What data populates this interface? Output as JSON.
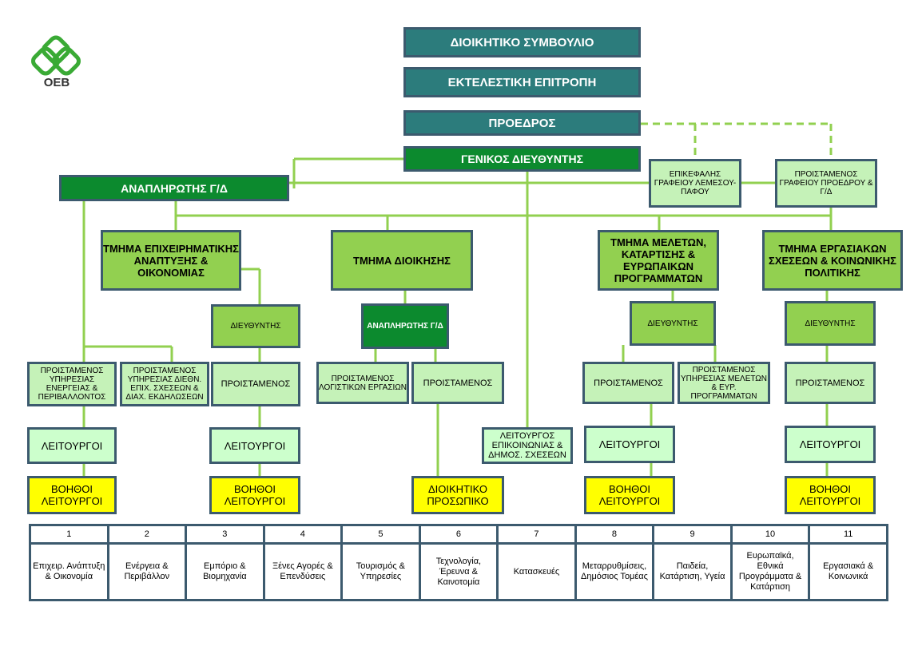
{
  "logo": {
    "text": "ΟΕΒ",
    "icon": "oeb-knot-logo",
    "color": "#3aaa35"
  },
  "colors": {
    "board": "#2c7c7c",
    "director": "#0c8a2e",
    "department": "#92d050",
    "officer": "#c5f2b8",
    "staff": "#ccffcc",
    "assistant": "#ffff00",
    "line": "#92d050"
  },
  "nodes": {
    "board": "ΔΙΟΙΚΗΤΙΚΟ ΣΥΜΒΟΥΛΙΟ",
    "executive": "ΕΚΤΕΛΕΣΤΙΚΗ ΕΠΙΤΡΟΠΗ",
    "president": "ΠΡΟΕΔΡΟΣ",
    "general_director": "ΓΕΝΙΚΟΣ ΔΙΕΥΘΥΝΤΗΣ",
    "deputy_gd": "ΑΝΑΠΛΗΡΩΤΗΣ Γ/Δ",
    "limassol_office": "ΕΠΙΚΕΦΑΛΗΣ ΓΡΑΦΕΙΟΥ ΛΕΜΕΣΟΥ-ΠΑΦΟΥ",
    "president_office": "ΠΡΟΙΣΤΑΜΕΝΟΣ ΓΡΑΦΕΙΟΥ ΠΡΟΕΔΡΟΥ & Γ/Δ",
    "dept_business": "ΤΜΗΜΑ ΕΠΙΧΕΙΡΗΜΑΤΙΚΗΣ ΑΝΑΠΤΥΞΗΣ & ΟΙΚΟΝΟΜΙΑΣ",
    "dept_admin": "ΤΜΗΜΑ ΔΙΟΙΚΗΣΗΣ",
    "dept_studies": "ΤΜΗΜΑ ΜΕΛΕΤΩΝ, ΚΑΤΑΡΤΙΣΗΣ & ΕΥΡΩΠΑΙΚΩΝ ΠΡΟΓΡΑΜΜΑΤΩΝ",
    "dept_labour": "ΤΜΗΜΑ ΕΡΓΑΣΙΑΚΩΝ ΣΧΕΣΕΩΝ & ΚΟΙΝΩΝΙΚΗΣ ΠΟΛΙΤΙΚΗΣ",
    "director_business": "ΔΙΕΥΘΥΝΤΗΣ",
    "deputy_admin": "ΑΝΑΠΛΗΡΩΤΗΣ Γ/Δ",
    "director_studies": "ΔΙΕΥΘΥΝΤΗΣ",
    "director_labour": "ΔΙΕΥΘΥΝΤΗΣ",
    "head_energy": "ΠΡΟΙΣΤΑΜΕΝΟΣ ΥΠΗΡΕΣΙΑΣ ΕΝΕΡΓΕΙΑΣ & ΠΕΡΙΒΑΛΛΟΝΤΟΣ",
    "head_intl": "ΠΡΟΙΣΤΑΜΕΝΟΣ ΥΠΗΡΕΣΙΑΣ ΔΙΕΘΝ. ΕΠΙΧ. ΣΧΕΣΕΩΝ & ΔΙΑΧ. ΕΚΔΗΛΩΣΕΩΝ",
    "head_business": "ΠΡΟΙΣΤΑΜΕΝΟΣ",
    "head_accounting": "ΠΡΟΙΣΤΑΜΕΝΟΣ ΛΟΓΙΣΤΙΚΩΝ ΕΡΓΑΣΙΩΝ",
    "head_admin": "ΠΡΟΙΣΤΑΜΕΝΟΣ",
    "head_studies": "ΠΡΟΙΣΤΑΜΕΝΟΣ",
    "head_eu": "ΠΡΟΙΣΤΑΜΕΝΟΣ ΥΠΗΡΕΣΙΑΣ ΜΕΛΕΤΩΝ & ΕΥΡ. ΠΡΟΓΡΑΜΜΑΤΩΝ",
    "head_labour": "ΠΡΟΙΣΤΑΜΕΝΟΣ",
    "officers_1": "ΛΕΙΤΟΥΡΓΟΙ",
    "officers_2": "ΛΕΙΤΟΥΡΓΟΙ",
    "comms_officer": "ΛΕΙΤΟΥΡΓΟΣ ΕΠΙΚΟΙΝΩΝΙΑΣ & ΔΗΜΟΣ. ΣΧΕΣΕΩΝ",
    "officers_3": "ΛΕΙΤΟΥΡΓΟΙ",
    "officers_4": "ΛΕΙΤΟΥΡΓΟΙ",
    "assistants_1": "ΒΟΗΘΟΙ ΛΕΙΤΟΥΡΓΟΙ",
    "assistants_2": "ΒΟΗΘΟΙ ΛΕΙΤΟΥΡΓΟΙ",
    "admin_staff": "ΔΙΟΙΚΗΤΙΚΟ ΠΡΟΣΩΠΙΚΟ",
    "assistants_3": "ΒΟΗΘΟΙ ΛΕΙΤΟΥΡΓΟΙ",
    "assistants_4": "ΒΟΗΘΟΙ ΛΕΙΤΟΥΡΓΟΙ"
  },
  "categories": [
    {
      "num": "1",
      "label": "Επιχειρ. Ανάπτυξη & Οικονομία"
    },
    {
      "num": "2",
      "label": "Ενέργεια & Περιβάλλον"
    },
    {
      "num": "3",
      "label": "Εμπόριο & Βιομηχανία"
    },
    {
      "num": "4",
      "label": "Ξένες Αγορές & Επενδύσεις"
    },
    {
      "num": "5",
      "label": "Τουρισμός & Υπηρεσίες"
    },
    {
      "num": "6",
      "label": "Τεχνολογία, Έρευνα & Καινοτομία"
    },
    {
      "num": "7",
      "label": "Κατασκευές"
    },
    {
      "num": "8",
      "label": "Μεταρρυθμίσεις, Δημόσιος Τομέας"
    },
    {
      "num": "9",
      "label": "Παιδεία, Κατάρτιση, Υγεία"
    },
    {
      "num": "10",
      "label": "Ευρωπαϊκά, Εθνικά Προγράμματα & Κατάρτιση"
    },
    {
      "num": "11",
      "label": "Εργασιακά & Κοινωνικά"
    }
  ]
}
